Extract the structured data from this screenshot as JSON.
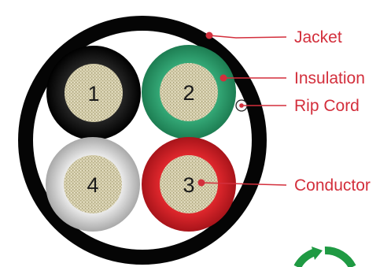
{
  "diagram": {
    "labels": {
      "jacket": "Jacket",
      "insulation": "Insulation",
      "rip_cord": "Rip Cord",
      "conductor": "Conductor"
    },
    "conductors": [
      {
        "number": "1",
        "insulation_color": "black"
      },
      {
        "number": "2",
        "insulation_color": "green"
      },
      {
        "number": "3",
        "insulation_color": "red"
      },
      {
        "number": "4",
        "insulation_color": "white"
      }
    ]
  },
  "colors": {
    "callout": "#d32f3c",
    "jacket": "#050505",
    "insulation_black": "#0b0b0b",
    "insulation_green": "#2a9a69",
    "insulation_red": "#d21f26",
    "insulation_white": "#d7d7d7",
    "conductor": "#cfc7a2",
    "logo_green": "#1f9a43"
  }
}
